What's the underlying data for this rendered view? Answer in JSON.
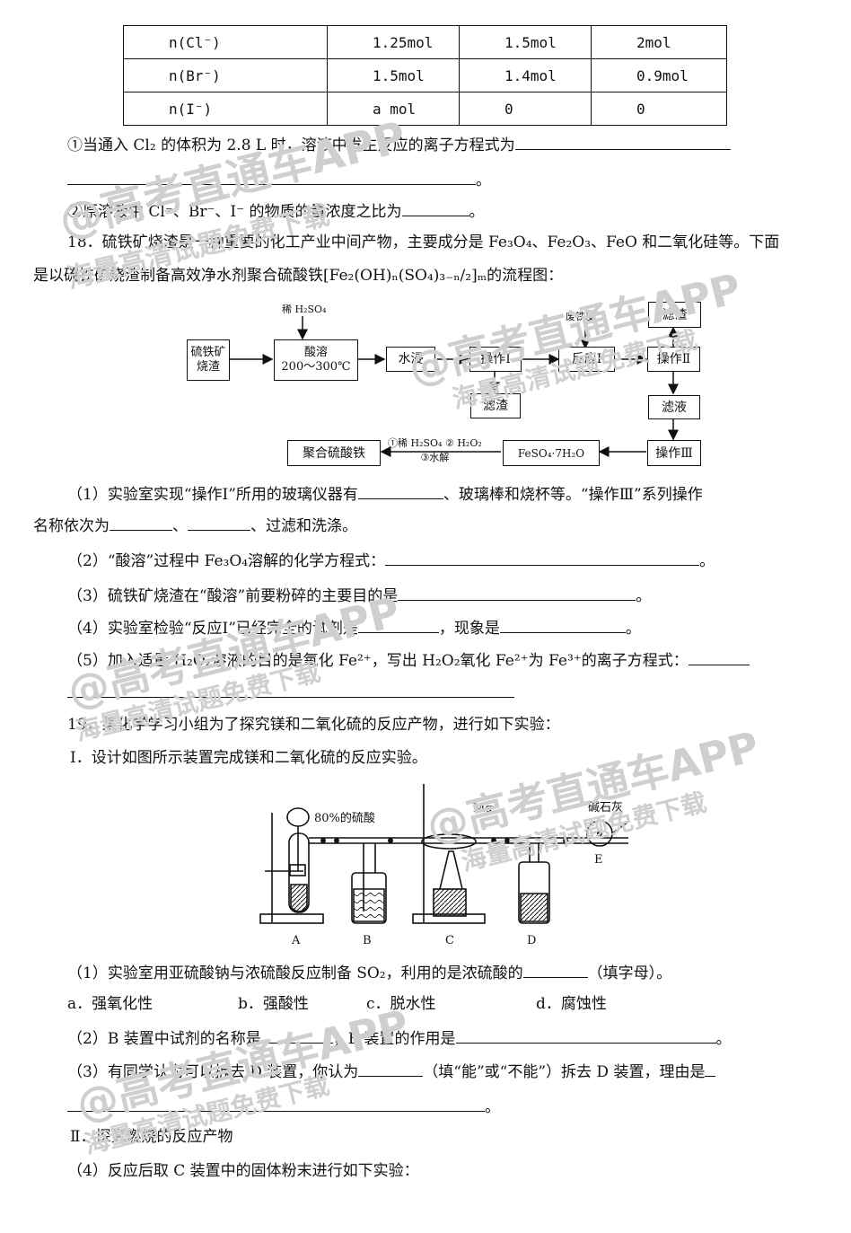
{
  "table": {
    "rows": [
      [
        "n(Cl⁻)",
        "1.25mol",
        "1.5mol",
        "2mol"
      ],
      [
        "n(Br⁻)",
        "1.5mol",
        "1.4mol",
        "0.9mol"
      ],
      [
        "n(I⁻)",
        "a mol",
        "0",
        "0"
      ]
    ]
  },
  "q17": {
    "p1": "①当通入 Cl₂ 的体积为 2.8 L 时，溶液中发生反应的离子方程式为",
    "p1_end": "。",
    "p2": "②原溶液中 Cl⁻、Br⁻、I⁻ 的物质的量浓度之比为",
    "p2_end": "。"
  },
  "q18": {
    "line1": "18．硫铁矿烧渣是一种重要的化工产业中间产物，主要成分是 Fe₃O₄、Fe₂O₃、FeO 和二氧化硅等。下面",
    "line2": "是以硫铁矿烧渣制备高效净水剂聚合硫酸铁[Fe₂(OH)ₙ(SO₄)₃₋ₙ/₂]ₘ的流程图：",
    "flow": {
      "start": "硫铁矿\n烧渣",
      "dilute_acid": "稀 H₂SO₄",
      "acid_dissolve": "酸溶\n200～300℃",
      "water_soak": "水浸",
      "op1": "操作Ⅰ",
      "residue1": "滤渣",
      "scrap_iron": "废铁皮",
      "react1": "反应Ⅰ",
      "residue2": "滤渣",
      "op2": "操作Ⅱ",
      "filtrate": "滤液",
      "op3": "操作Ⅲ",
      "feso4": "FeSO₄·7H₂O",
      "steps": "①稀 H₂SO₄ ② H₂O₂\n③水解",
      "product": "聚合硫酸铁"
    },
    "s1a": "（1）实验室实现“操作Ⅰ”所用的玻璃仪器有",
    "s1b": "、玻璃棒和烧杯等。“操作Ⅲ”系列操作",
    "s1c": "名称依次为",
    "s1d": "、",
    "s1e": "、过滤和洗涤。",
    "s2": "（2）“酸溶”过程中 Fe₃O₄溶解的化学方程式：",
    "s2_end": "。",
    "s3": "（3）硫铁矿烧渣在“酸溶”前要粉碎的主要目的是",
    "s3_end": "。",
    "s4a": "（4）实验室检验“反应Ⅰ”已经完全的试剂是",
    "s4b": "，现象是",
    "s4_end": "。",
    "s5": "（5）加入适量 H₂O₂溶液的目的是氧化 Fe²⁺，写出 H₂O₂氧化 Fe²⁺为 Fe³⁺的离子方程式："
  },
  "q19": {
    "line1": "19．某化学学习小组为了探究镁和二氧化硫的反应产物，进行如下实验：",
    "part1": "Ⅰ．设计如图所示装置完成镁和二氧化硫的反应实验。",
    "apparatus": {
      "acid": "80%的硫酸",
      "mg": "Mg",
      "soda_lime": "碱石灰",
      "labels": [
        "A",
        "B",
        "C",
        "D",
        "E"
      ]
    },
    "s1": "（1）实验室用亚硫酸钠与浓硫酸反应制备 SO₂，利用的是浓硫酸的",
    "s1_end": "（填字母）。",
    "options": [
      "a．强氧化性",
      "b．强酸性",
      "c．脱水性",
      "d．腐蚀性"
    ],
    "s2a": "（2）B 装置中试剂的名称是",
    "s2b": "；E 装置的作用是",
    "s2_end": "。",
    "s3a": "（3）有同学认为可以拆去 D 装置，你认为",
    "s3b": "（填“能”或“不能”）拆去 D 装置，理由是",
    "s3_end": "。",
    "part2": "Ⅱ．探究燃烧的反应产物",
    "s4": "（4）反应后取 C 装置中的固体粉末进行如下实验："
  },
  "watermark": {
    "main": "@高考直通车APP",
    "sub": "海量高清试题免费下载"
  }
}
